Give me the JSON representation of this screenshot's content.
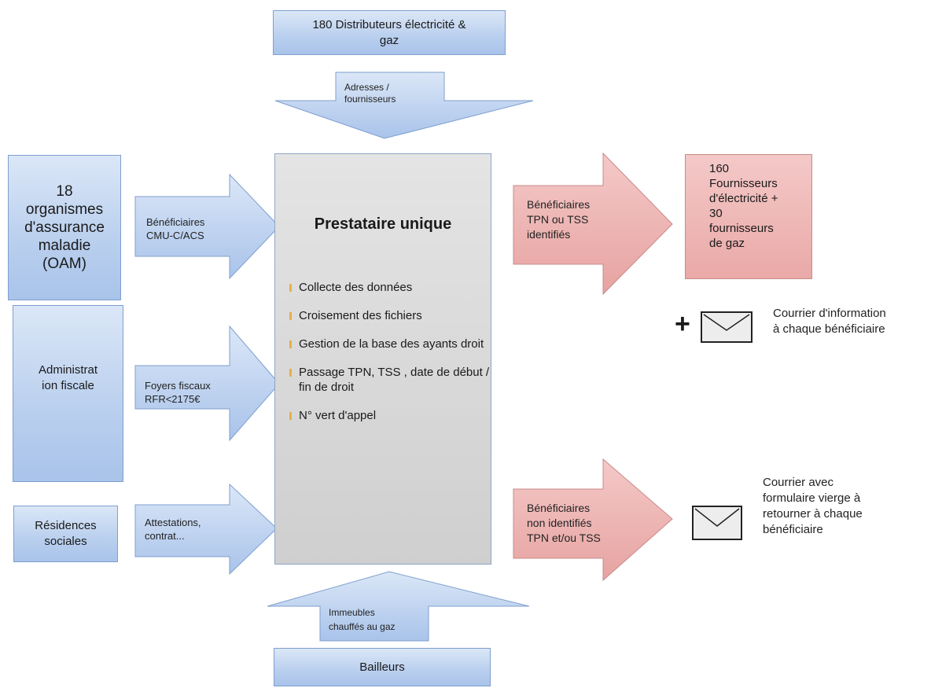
{
  "top": {
    "distributeurs": [
      "180 Distributeurs  électricité &",
      "gaz"
    ],
    "arrow_label": [
      "Adresses /",
      "fournisseurs"
    ]
  },
  "left": {
    "oam": [
      "18",
      "organismes",
      "d'assurance",
      "maladie",
      "(OAM)"
    ],
    "oam_arrow": [
      "Bénéficiaires",
      "CMU-C/ACS"
    ],
    "fiscal": [
      "Administrat",
      "ion fiscale"
    ],
    "fiscal_arrow": [
      "Foyers fiscaux",
      "RFR<2175€"
    ],
    "residences": [
      "Résidences",
      "sociales"
    ],
    "residences_arrow": [
      "Attestations,",
      "contrat..."
    ]
  },
  "center": {
    "title": "Prestataire  unique",
    "items": [
      "Collecte des données",
      "Croisement des fichiers",
      "Gestion de la base des ayants droit",
      "Passage TPN, TSS , date de début / fin de droit",
      "N° vert d'appel"
    ]
  },
  "right": {
    "identified_arrow": [
      "Bénéficiaires",
      "TPN ou TSS",
      "identifiés"
    ],
    "fournisseurs": [
      "160",
      "Fournisseurs",
      "d'électricité +",
      "30",
      "fournisseurs",
      "de gaz"
    ],
    "plus": "+",
    "courrier_info": [
      "Courrier d'information",
      "à chaque bénéficiaire"
    ],
    "non_identified_arrow": [
      "Bénéficiaires",
      "non identifiés",
      "TPN et/ou TSS"
    ],
    "courrier_form": [
      "Courrier avec",
      "formulaire vierge à",
      "retourner à chaque",
      "bénéficiaire"
    ]
  },
  "bottom": {
    "arrow_label": [
      "Immeubles",
      "chauffés au gaz"
    ],
    "bailleurs": "Bailleurs"
  },
  "colors": {
    "blue": "#b9cfee",
    "pink": "#e9a9a7",
    "gray": "#d8d8d8"
  }
}
